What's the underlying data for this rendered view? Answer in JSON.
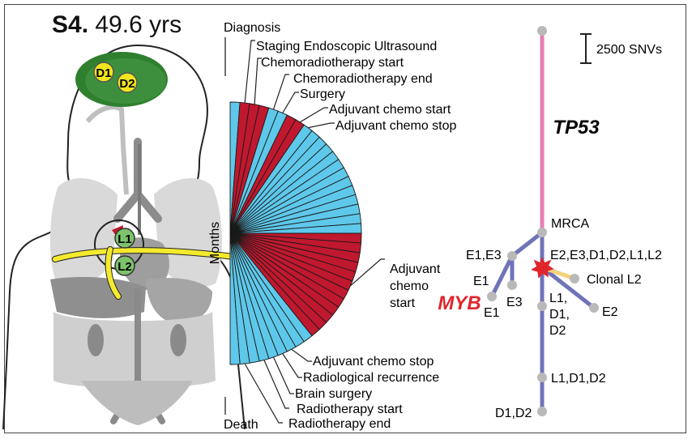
{
  "title": {
    "patient": "S4.",
    "age": "49.6 yrs"
  },
  "body_labels": {
    "brain_d1": "D1",
    "brain_d2": "D2",
    "liver_l1": "L1",
    "liver_l2": "L2"
  },
  "timeline": {
    "axis_label": "Months",
    "start_label": "Diagnosis",
    "end_label": "Death",
    "top_events": [
      "Staging Endoscopic Ultrasound",
      "Chemoradiotherapy start",
      "Chemoradiotherapy end",
      "Surgery",
      "Adjuvant chemo start",
      "Adjuvant chemo stop"
    ],
    "mid_event": [
      "Adjuvant",
      "chemo",
      "start"
    ],
    "bottom_events": [
      "Adjuvant chemo stop",
      "Radiological recurrence",
      "Brain surgery",
      "Radiotherapy start",
      "Radiotherapy end"
    ],
    "months": [
      "blue",
      "red",
      "red",
      "red",
      "blue",
      "blue",
      "red",
      "red",
      "blue",
      "blue",
      "blue",
      "blue",
      "blue",
      "blue",
      "blue",
      "blue",
      "blue",
      "blue",
      "blue",
      "blue",
      "blue",
      "red",
      "red",
      "red",
      "red",
      "red",
      "red",
      "red",
      "red",
      "red",
      "red",
      "red",
      "red",
      "blue",
      "blue",
      "blue",
      "blue",
      "blue",
      "blue",
      "blue",
      "blue",
      "blue"
    ],
    "colors": {
      "blue": "#5ec8ea",
      "red": "#c0182e"
    }
  },
  "tree": {
    "scale_label": "2500 SNVs",
    "driver_trunk": "TP53",
    "driver_branch": "MYB",
    "nodes": {
      "mrca": "MRCA",
      "e1e3": "E1,E3",
      "e1_mid": "E1",
      "e1_leaf": "E1",
      "e3_leaf": "E3",
      "clonal": "E2,E3,D1,D2,L1,L2",
      "clonal_l2": "Clonal L2",
      "e2_leaf": "E2",
      "l1d1d2_a": [
        "L1,",
        "D1,",
        "D2"
      ],
      "l1d1d2_b": "L1,D1,D2",
      "d1d2": "D1,D2"
    },
    "colors": {
      "trunk": "#e77fb3",
      "branch": "#6f74b8",
      "clonal_l2": "#f4d27a",
      "node": "#b9b9b9",
      "driver": "#e0262d"
    }
  }
}
